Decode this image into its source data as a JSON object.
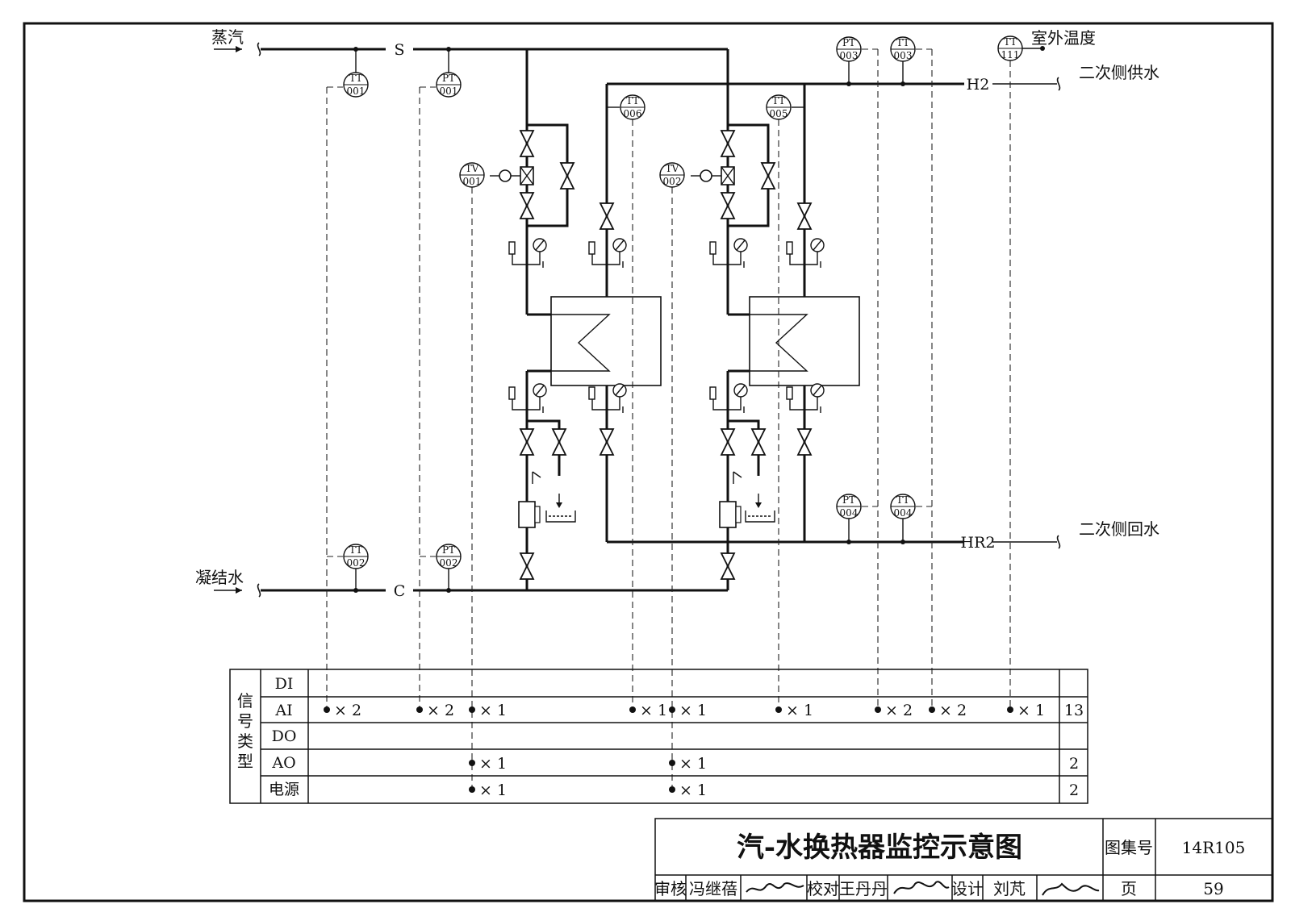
{
  "labels": {
    "steam": "蒸汽",
    "condensate": "凝结水",
    "supply": "二次侧供水",
    "return": "二次侧回水",
    "outdoor": "室外温度",
    "node_s": "S",
    "node_c": "C",
    "node_h2": "H2",
    "node_hr2": "HR2"
  },
  "instruments": [
    {
      "type": "TT",
      "id": "001"
    },
    {
      "type": "PT",
      "id": "001"
    },
    {
      "type": "TT",
      "id": "002"
    },
    {
      "type": "PT",
      "id": "002"
    },
    {
      "type": "TV",
      "id": "001"
    },
    {
      "type": "TV",
      "id": "002"
    },
    {
      "type": "TT",
      "id": "006"
    },
    {
      "type": "TT",
      "id": "005"
    },
    {
      "type": "PT",
      "id": "003"
    },
    {
      "type": "TT",
      "id": "003"
    },
    {
      "type": "TT",
      "id": "111"
    },
    {
      "type": "PT",
      "id": "004"
    },
    {
      "type": "TT",
      "id": "004"
    }
  ],
  "signal_table": {
    "group_label": [
      "信",
      "号",
      "类",
      "型"
    ],
    "rows": [
      {
        "name": "DI",
        "entries": [],
        "total": ""
      },
      {
        "name": "AI",
        "entries": [
          "× 2",
          "× 2",
          "× 1",
          "× 1",
          "× 1",
          "× 1",
          "× 2",
          "× 2",
          "× 1"
        ],
        "total": "13"
      },
      {
        "name": "DO",
        "entries": [],
        "total": ""
      },
      {
        "name": "AO",
        "entries": [
          "× 1",
          "× 1"
        ],
        "total": "2"
      },
      {
        "name": "电源",
        "entries": [
          "× 1",
          "× 1"
        ],
        "total": "2"
      }
    ]
  },
  "title_block": {
    "title": "汽-水换热器监控示意图",
    "atlas_label": "图集号",
    "atlas_no": "14R105",
    "review_label": "审核",
    "reviewer": "冯继蓓",
    "check_label": "校对",
    "checker": "王丹丹",
    "design_label": "设计",
    "designer": "刘芃",
    "page_label": "页",
    "page_no": "59"
  }
}
